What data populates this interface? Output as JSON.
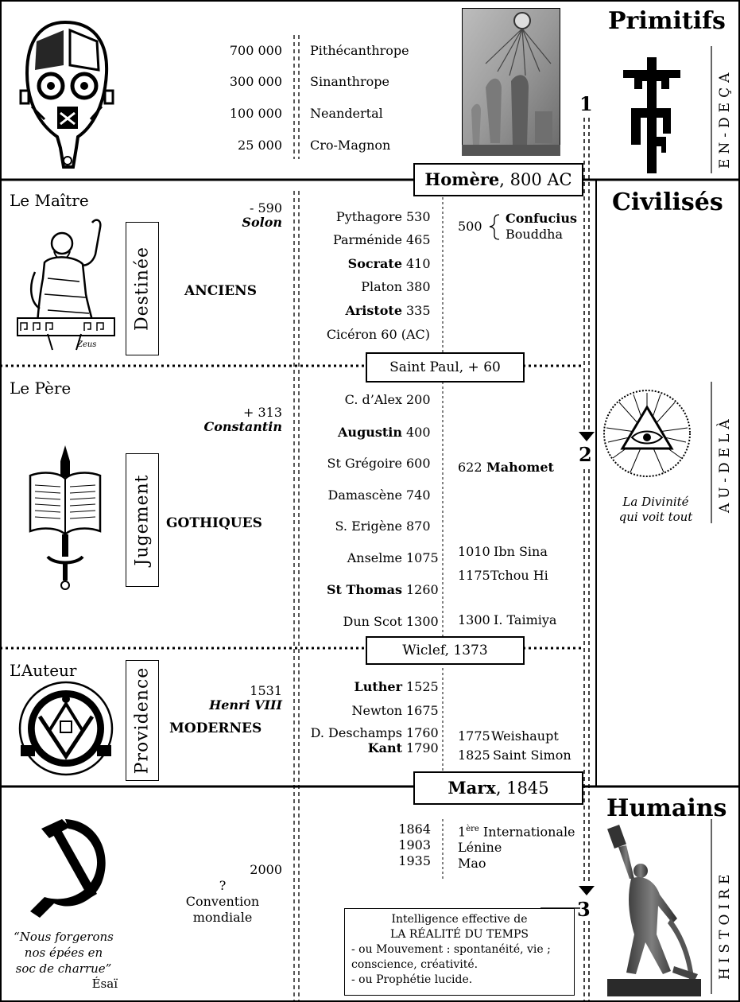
{
  "primitifs": {
    "title": "Primitifs",
    "side": "EN-DEÇA",
    "dates": [
      "700 000",
      "300 000",
      "100 000",
      "25 000"
    ],
    "names": [
      "Pithécanthrope",
      "Sinanthrope",
      "Neandertal",
      "Cro-Magnon"
    ]
  },
  "markers": {
    "m1": "1",
    "m2": "2",
    "m3": "3"
  },
  "boxes": {
    "homere_b": "Homère",
    "homere_r": ", 800 AC",
    "paul": "Saint Paul, + 60",
    "wiclef": "Wiclef, 1373",
    "marx_b": "Marx",
    "marx_r": ", 1845"
  },
  "civilises": {
    "title": "Civilisés",
    "side": "AU-DELÀ",
    "divinite_1": "La Divinité",
    "divinite_2": "qui voit tout"
  },
  "anciens": {
    "head": "Le Maître",
    "label": "Destinée",
    "group": "ANCIENS",
    "zeus": "Zeus",
    "ruler_date": "- 590",
    "ruler": "Solon",
    "phil": [
      {
        "n": "Pythagore",
        "d": "530",
        "b": false
      },
      {
        "n": "Parménide",
        "d": "465",
        "b": false
      },
      {
        "n": "Socrate",
        "d": "410",
        "b": true
      },
      {
        "n": "Platon",
        "d": "380",
        "b": false
      },
      {
        "n": "Aristote",
        "d": "335",
        "b": true
      },
      {
        "n": "Cicéron 60 (AC)",
        "d": "",
        "b": false
      }
    ],
    "east_date": "500",
    "east_1": "Confucius",
    "east_2": "Bouddha"
  },
  "gothiques": {
    "head": "Le Père",
    "label": "Jugement",
    "group": "GOTHIQUES",
    "ruler_date": "+ 313",
    "ruler": "Constantin",
    "phil": [
      {
        "n": "C. d’Alex",
        "d": "200",
        "b": false
      },
      {
        "n": "Augustin",
        "d": "400",
        "b": true
      },
      {
        "n": "St Grégoire",
        "d": "600",
        "b": false
      },
      {
        "n": "Damascène",
        "d": "740",
        "b": false
      },
      {
        "n": "S. Erigène",
        "d": "870",
        "b": false
      },
      {
        "n": "Anselme",
        "d": "1075",
        "b": false
      },
      {
        "n": "St Thomas",
        "d": "1260",
        "b": true
      },
      {
        "n": "Dun Scot",
        "d": "1300",
        "b": false
      }
    ],
    "east": [
      {
        "d": "622",
        "n": "Mahomet",
        "b": true
      },
      {
        "d": "1010",
        "n": "Ibn Sina",
        "b": false
      },
      {
        "d": "1175",
        "n": "Tchou Hi",
        "b": false
      },
      {
        "d": "1300",
        "n": "I. Taimiya",
        "b": false
      }
    ]
  },
  "modernes": {
    "head": "L’Auteur",
    "label": "Providence",
    "group": "MODERNES",
    "ruler_date": "1531",
    "ruler": "Henri VIII",
    "phil": [
      {
        "n": "Luther",
        "d": "1525",
        "b": true
      },
      {
        "n": "Newton",
        "d": "1675",
        "b": false
      },
      {
        "n": "D. Deschamps",
        "d": "1760",
        "b": false
      },
      {
        "n": "Kant",
        "d": "1790",
        "b": true
      }
    ],
    "east": [
      {
        "d": "1775",
        "n": "Weishaupt"
      },
      {
        "d": "1825",
        "n": "Saint Simon"
      }
    ]
  },
  "humains": {
    "title": "Humains",
    "side": "HISTOIRE",
    "dates": [
      "1864",
      "1903",
      "1935"
    ],
    "ev1_pre": "1",
    "ev1_sup": "ère",
    "ev1_post": " Internationale",
    "ev2": "Lénine",
    "ev3": "Mao",
    "y2000": "2000",
    "q": "?",
    "conv1": "Convention",
    "conv2": "mondiale",
    "quote1": "“Nous forgerons",
    "quote2": "nos épées en",
    "quote3": "soc de charrue”",
    "quote_src": "Ésaï",
    "box": [
      "Intelligence effective de",
      "LA RÉALITÉ DU TEMPS",
      "- ou Mouvement : spontanéité, vie ;",
      "conscience, créativité.",
      "- ou Prophétie lucide."
    ]
  }
}
